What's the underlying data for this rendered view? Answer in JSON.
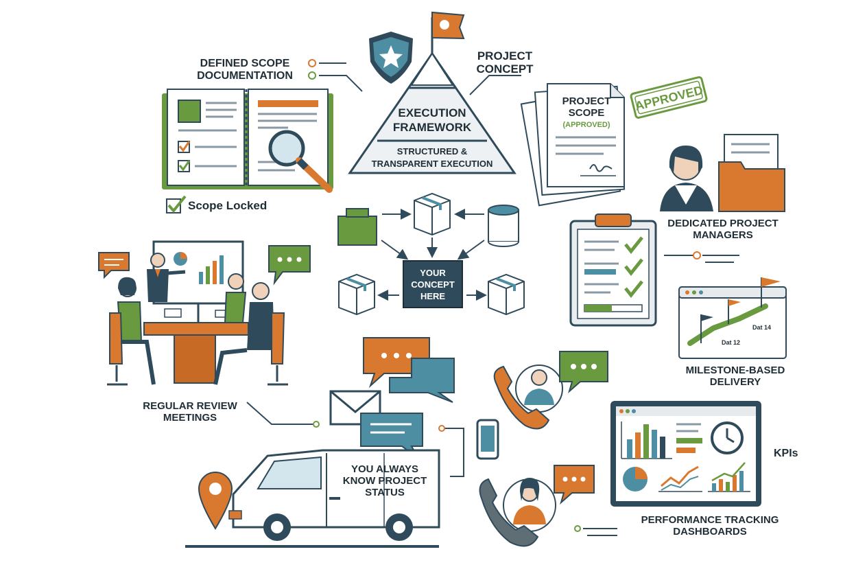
{
  "colors": {
    "navy": "#2f4a5a",
    "orange": "#d9782f",
    "green": "#6a9a3f",
    "teal": "#4e8ea3",
    "light": "#f2f2f2"
  },
  "center": {
    "pyramid_title": "EXECUTION FRAMEWORK",
    "pyramid_subtitle": "STRUCTURED & TRANSPARENT EXECUTION",
    "flag_icon": "lightbulb-flag-icon",
    "shield_icon": "star-shield-icon",
    "concept_box": "YOUR CONCEPT HERE"
  },
  "labels": {
    "project_concept": "PROJECT CONCEPT",
    "defined_scope": "DEFINED SCOPE DOCUMENTATION",
    "scope_locked": "Scope Locked",
    "project_scope": "PROJECT SCOPE",
    "approved_small": "(APPROVED)",
    "approved_stamp": "APPROVED",
    "dedicated_pm": "DEDICATED PROJECT MANAGERS",
    "review_meetings": "REGULAR REVIEW MEETINGS",
    "milestone_delivery": "MILESTONE-BASED DELIVERY",
    "milestone_day1": "Dat 14",
    "milestone_day2": "Dat 12",
    "kpis": "KPIs",
    "status": "YOU ALWAYS KNOW PROJECT STATUS",
    "dashboards": "PERFORMANCE TRACKING DASHBOARDS"
  }
}
